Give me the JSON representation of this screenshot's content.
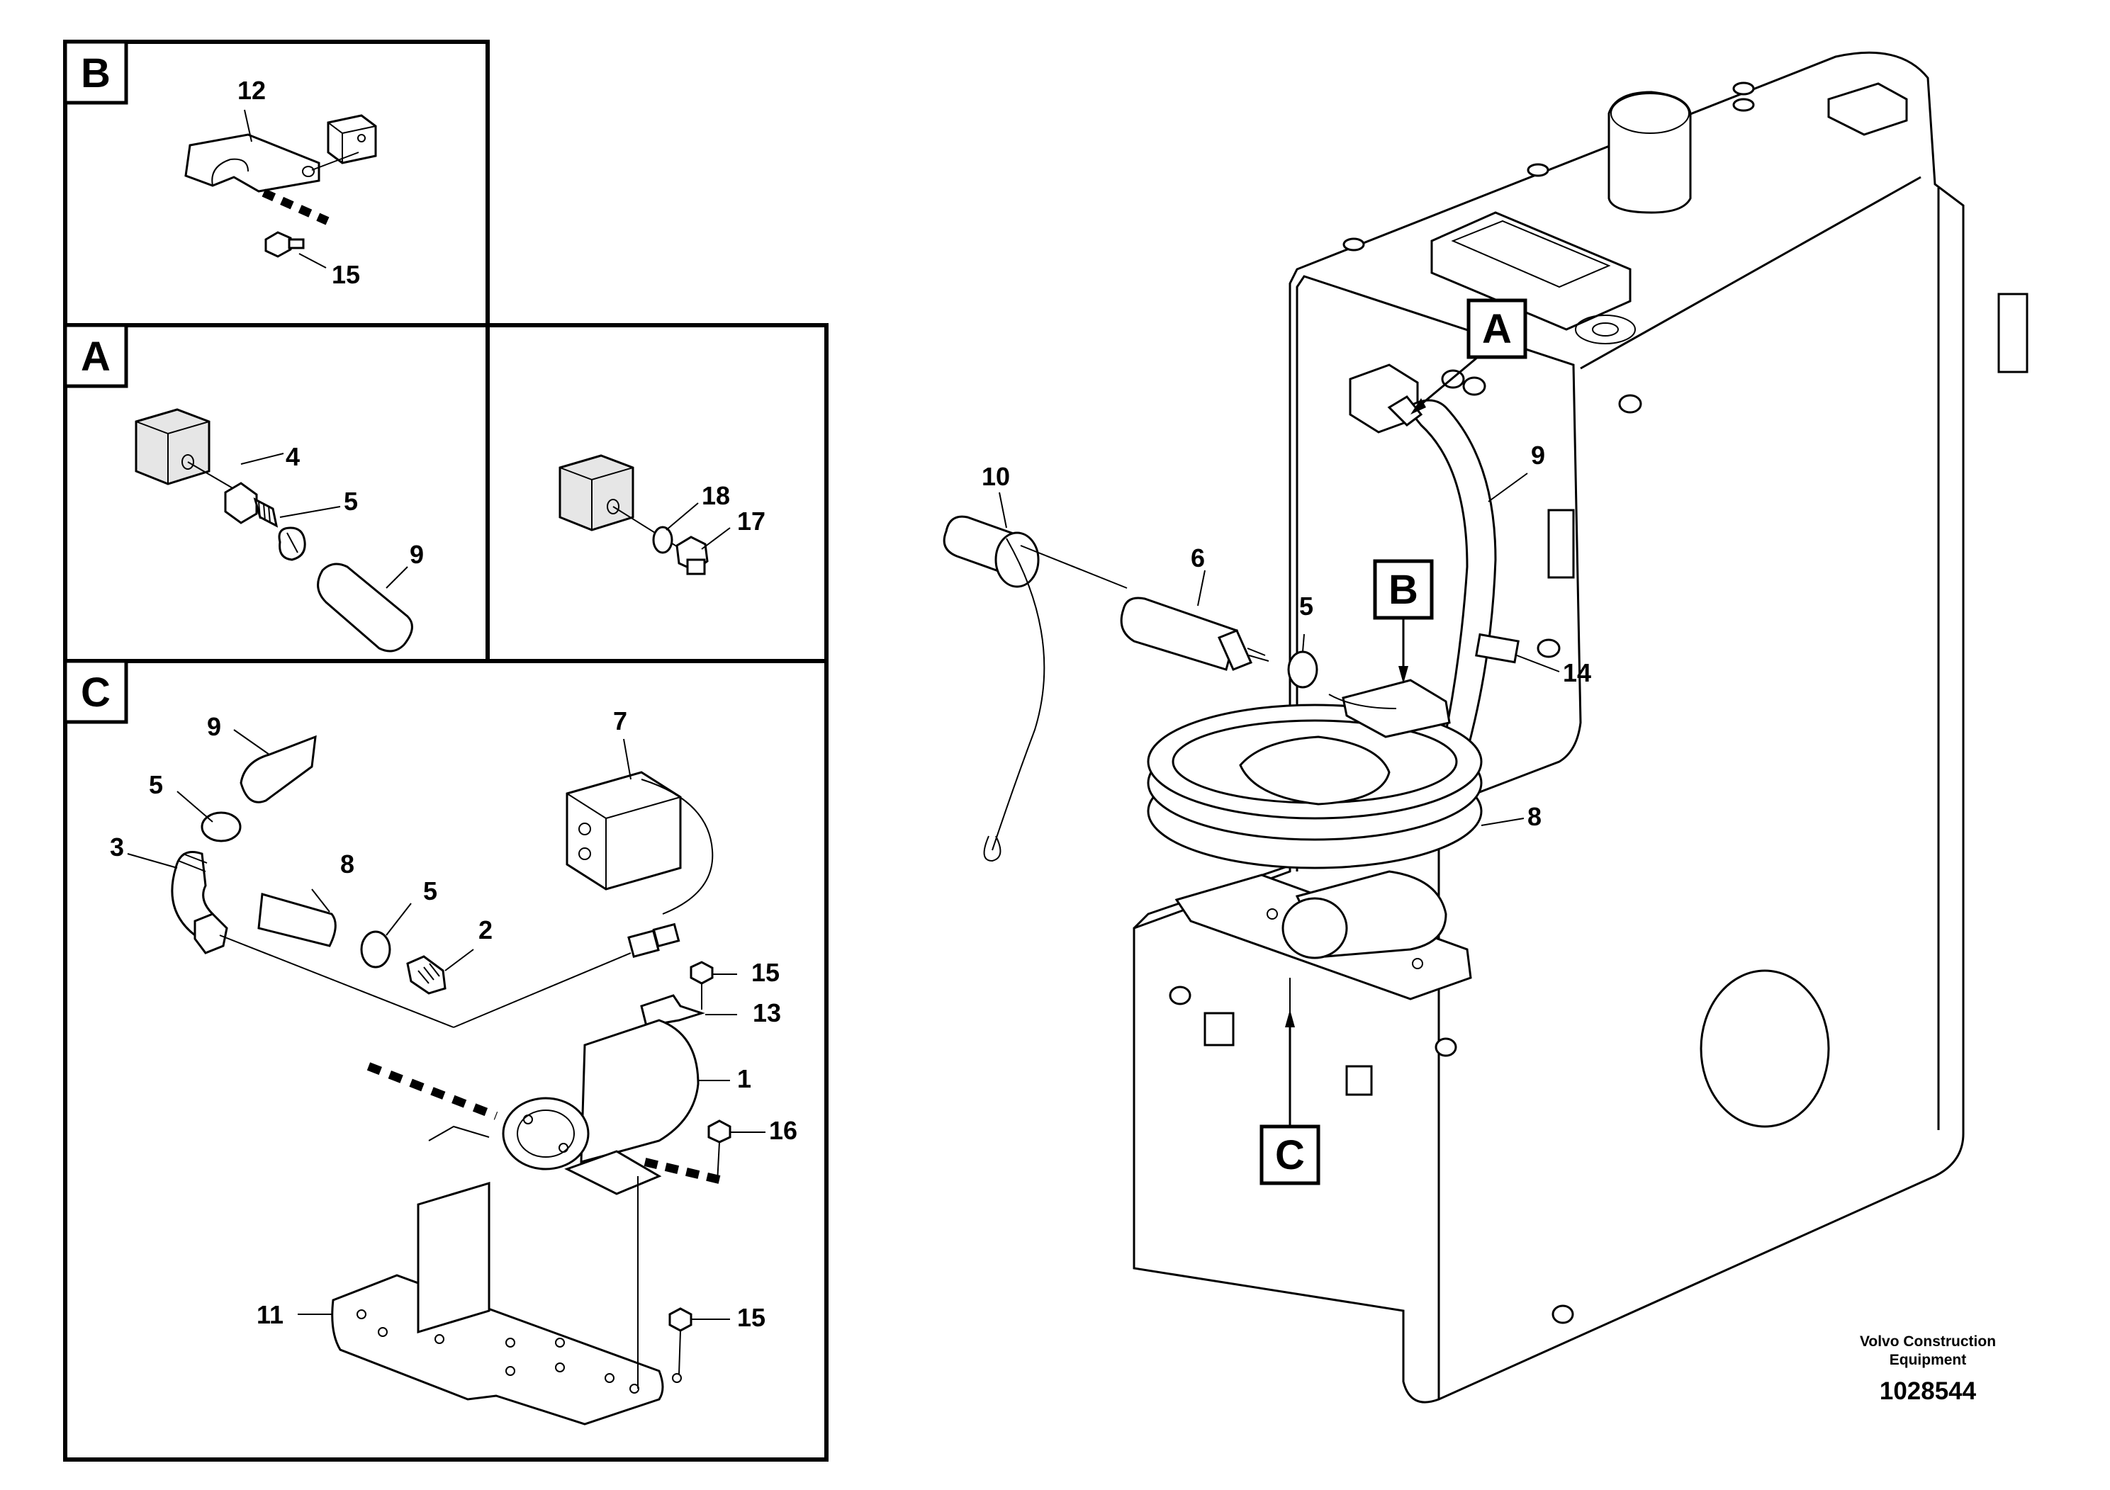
{
  "panels": {
    "b": "B",
    "a": "A",
    "c": "C"
  },
  "overview_tags": {
    "a": "A",
    "b": "B",
    "c": "C"
  },
  "parts": {
    "p1": "1",
    "p2": "2",
    "p3": "3",
    "p4": "4",
    "p5a": "5",
    "p5b": "5",
    "p5c": "5",
    "p5d": "5",
    "p6": "6",
    "p7": "7",
    "p8a": "8",
    "p8b": "8",
    "p9a": "9",
    "p9b": "9",
    "p9c": "9",
    "p10": "10",
    "p11": "11",
    "p12": "12",
    "p13": "13",
    "p14": "14",
    "p15a": "15",
    "p15b": "15",
    "p15c": "15",
    "p16": "16",
    "p17": "17",
    "p18": "18"
  },
  "footer": {
    "brand_line1": "Volvo Construction",
    "brand_line2": "Equipment",
    "doc_number": "1028544"
  }
}
